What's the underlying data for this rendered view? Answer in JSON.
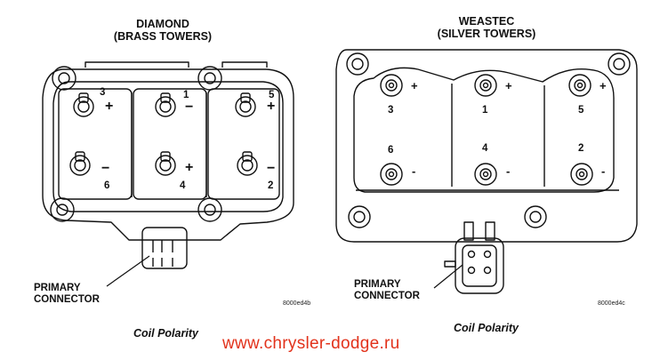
{
  "left": {
    "title_line1": "DIAMOND",
    "title_line2": "(BRASS TOWERS)",
    "connector_line1": "PRIMARY",
    "connector_line2": "CONNECTOR",
    "code": "8000ed4b",
    "caption": "Coil Polarity",
    "towers": [
      {
        "num": "3",
        "sign": "+"
      },
      {
        "num": "1",
        "sign": "−"
      },
      {
        "num": "5",
        "sign": "+"
      },
      {
        "num": "6",
        "sign": "−"
      },
      {
        "num": "4",
        "sign": "+"
      },
      {
        "num": "2",
        "sign": "−"
      }
    ]
  },
  "right": {
    "title_line1": "WEASTEC",
    "title_line2": "(SILVER TOWERS)",
    "connector_line1": "PRIMARY",
    "connector_line2": "CONNECTOR",
    "code": "8000ed4c",
    "caption": "Coil Polarity",
    "towers": [
      {
        "num": "3",
        "sign": "+"
      },
      {
        "num": "1",
        "sign": "+"
      },
      {
        "num": "5",
        "sign": "+"
      },
      {
        "num": "6",
        "sign": "-"
      },
      {
        "num": "4",
        "sign": "-"
      },
      {
        "num": "2",
        "sign": "-"
      }
    ]
  },
  "watermark": "www.chrysler-dodge.ru"
}
